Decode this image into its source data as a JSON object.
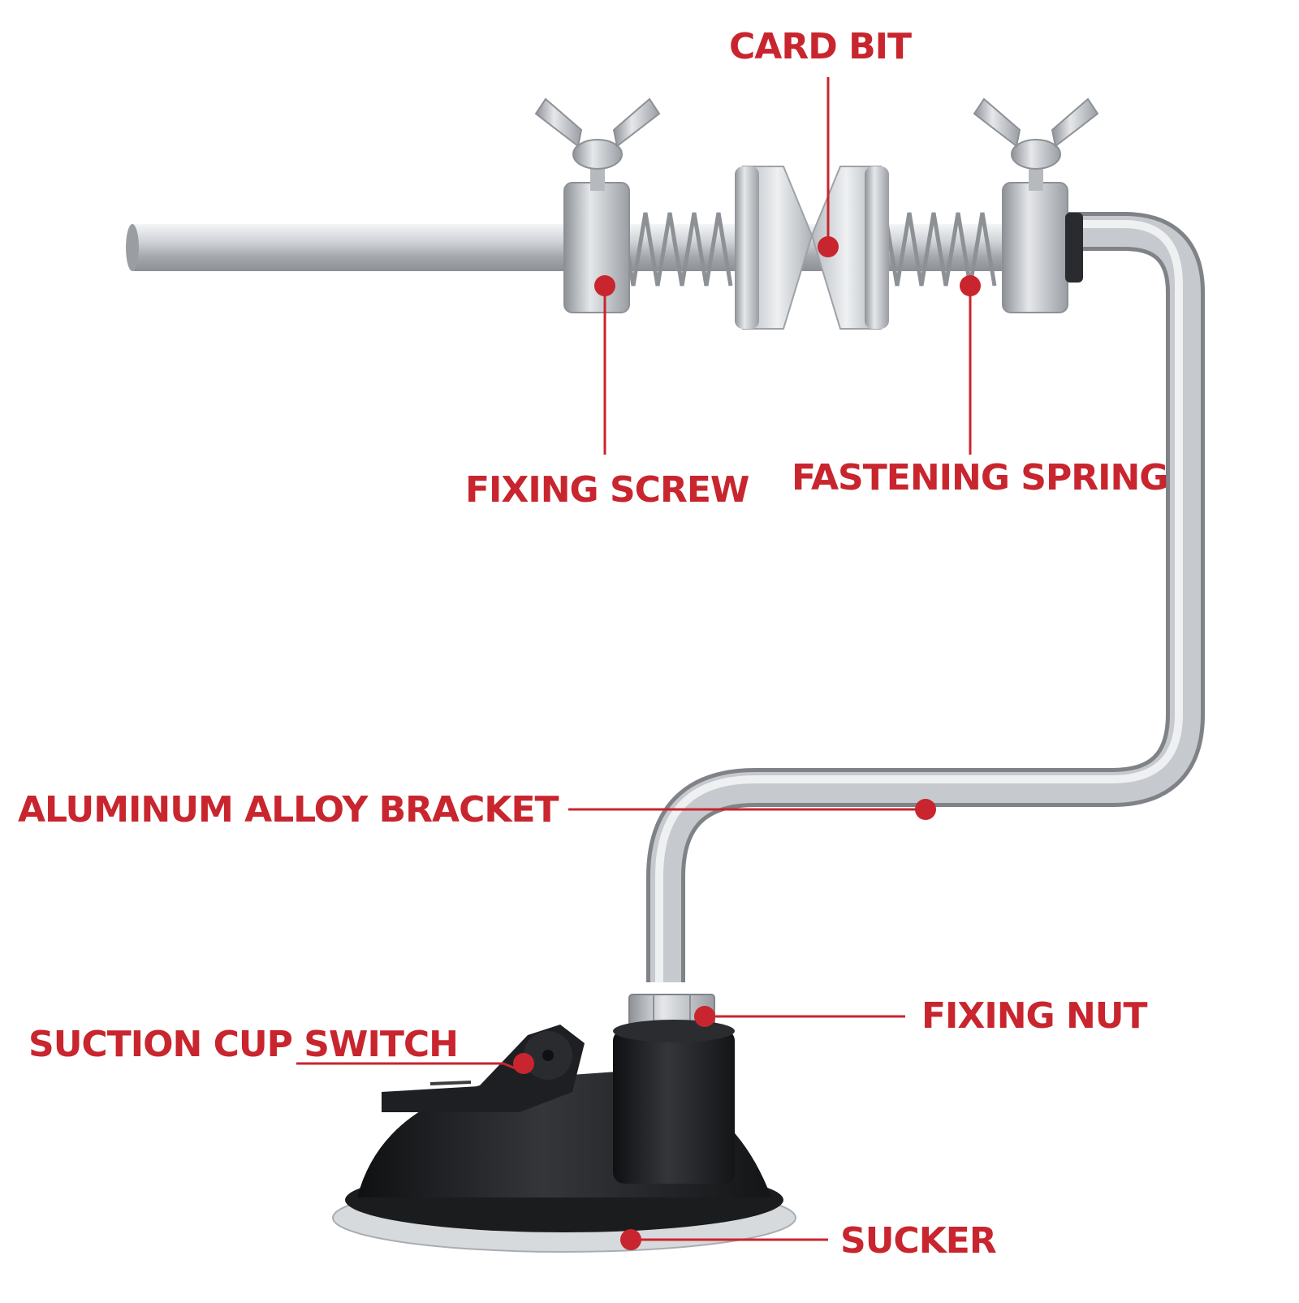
{
  "colors": {
    "accent": "#c8252e",
    "metal": "#c9cdd2",
    "rubber": "#1e1f22",
    "background": "#ffffff"
  },
  "labels": {
    "card_bit": "CARD BIT",
    "fixing_screw": "FIXING SCREW",
    "fastening_spring": "FASTENING SPRING",
    "aluminum_alloy_bracket": "ALUMINUM ALLOY BRACKET",
    "fixing_nut": "FIXING NUT",
    "suction_cup_switch": "SUCTION CUP SWITCH",
    "sucker": "SUCKER"
  }
}
